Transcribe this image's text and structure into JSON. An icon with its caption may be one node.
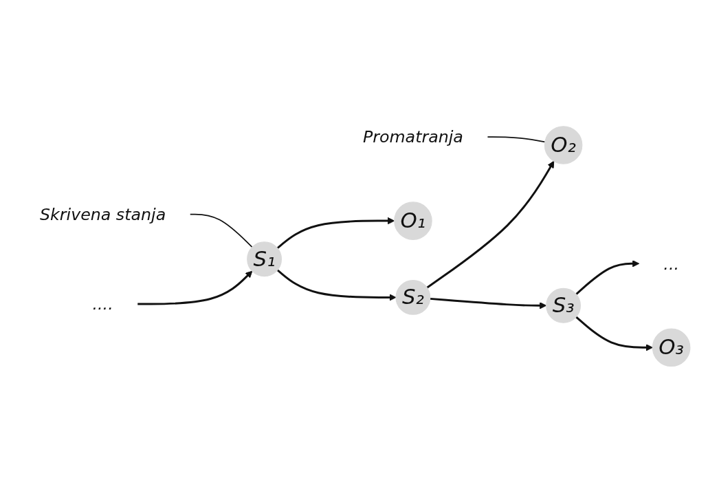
{
  "diagram": {
    "nodes": [
      {
        "text": [
          "Promatranja"
        ]
      },
      {
        "text": [
          "O₁"
        ]
      },
      {
        "text": [
          "O₂"
        ]
      },
      {
        "text": [
          "O₃"
        ]
      },
      {
        "text": [
          "...."
        ]
      },
      {
        "text": [
          "S₁"
        ]
      },
      {
        "text": [
          "S₂"
        ]
      },
      {
        "text": [
          "S₃"
        ]
      },
      {
        "text": [
          "..."
        ]
      },
      {
        "text": [
          "Skrivena stanja"
        ]
      }
    ],
    "edges": [
      {
        "from": 4,
        "to": 5,
        "arrow": "to"
      },
      {
        "from": 5,
        "to": 6,
        "arrow": "to"
      },
      {
        "from": 6,
        "to": 7,
        "arrow": "to"
      },
      {
        "from": 7,
        "to": 8,
        "arrow": "to"
      },
      {
        "from": 5,
        "to": 1,
        "arrow": "to"
      },
      {
        "from": 6,
        "to": 2,
        "arrow": "to"
      },
      {
        "from": 7,
        "to": 3,
        "arrow": "to"
      },
      {
        "from": 0,
        "to": 2,
        "arrow": "none"
      },
      {
        "from": 9,
        "to": 5,
        "arrow": "none"
      }
    ]
  }
}
